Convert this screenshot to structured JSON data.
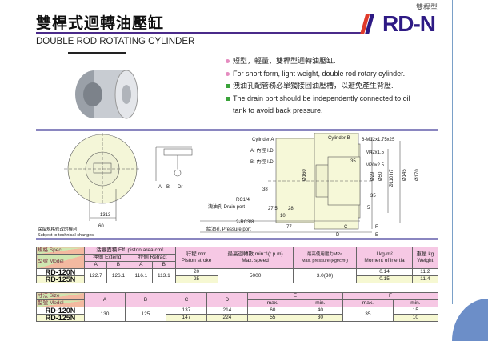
{
  "header": {
    "series": "雙桿型",
    "title": "雙桿式迴轉油壓缸",
    "subtitle": "DOUBLE ROD ROTATING  CYLINDER",
    "model_code": "RD-N"
  },
  "features": [
    {
      "text": "短型，輕量，雙桿型迴轉油壓缸.",
      "bullet": "pink-dot"
    },
    {
      "text": "For short form, light weight, double rod rotary cylinder.",
      "bullet": "pink-dot"
    },
    {
      "text": "洩油孔配管務必單獨接回油壓槽，以避免產生背壓.",
      "bullet": "green-square"
    },
    {
      "text": "The drain port should be independently connected to oil tank to avoid back pressure.",
      "bullet": "green-square"
    }
  ],
  "drawing": {
    "labels": {
      "cyl_a": "Cylinder A",
      "cyl_b": "Cylinder B",
      "bolt": "6-M12x1.75x25",
      "thread1": "M42x1.5",
      "thread2": "M20x2.5",
      "a_id": "A: 內徑 I.D.",
      "b_id": "B: 內徑 I.D.",
      "rc14": "RC1/4",
      "drain": "洩油孔  Drain port",
      "rc38": "2-RC3/8",
      "pressure": "給油孔  Pressure port",
      "A": "A",
      "B": "B",
      "Dr": "Dr",
      "C": "C",
      "D": "D",
      "E": "E",
      "F": "F"
    },
    "dims": {
      "d160": "Ø160",
      "d29": "Ø29",
      "d50": "Ø50",
      "d110": "Ø110 h7",
      "d145": "Ø145",
      "d170": "Ø170",
      "v35a": "35",
      "v35b": "35",
      "v38": "38",
      "v5": "5",
      "h275": "27.5",
      "h28": "28",
      "h10": "10",
      "h77": "77",
      "h1313": "1313",
      "h60": "60"
    },
    "note_zh": "保留規格修改的權利",
    "note_en": "Subject to technical changes."
  },
  "table1": {
    "spec": "規格 Spec.",
    "model": "型號 Model",
    "area": "活塞面積   Eff. piston area",
    "area_unit": "cm²",
    "extend": "押側  Extend",
    "retract": "拉側  Retract",
    "A": "A",
    "B": "B",
    "stroke_zh": "行程         mm",
    "stroke": "Piston stroke",
    "speed_zh": "最高迴轉數 min⁻¹(r.p.m)",
    "speed": "Max. speed",
    "pressure_zh": "最高使用壓力MPa",
    "pressure": "Max. pressure (kgf/cm²)",
    "inertia_zh": "I      kg·m²",
    "inertia": "Moment of inertia",
    "weight_zh": "重量        kg",
    "weight": "Weight",
    "rows": [
      {
        "model": "RD-120N",
        "extA": "122.7",
        "extB": "126.1",
        "retA": "116.1",
        "retB": "113.1",
        "stroke": "20",
        "speed": "5000",
        "pressure": "3.0(30)",
        "inertia": "0.14",
        "weight": "11.2"
      },
      {
        "model": "RD-125N",
        "stroke": "25",
        "inertia": "0.15",
        "weight": "11.4"
      }
    ]
  },
  "table2": {
    "size": "寸法 Size",
    "model": "型號 Model",
    "A": "A",
    "B": "B",
    "C": "C",
    "D": "D",
    "E": "E",
    "F": "F",
    "max": "max.",
    "min": "min.",
    "rows": [
      {
        "model": "RD-120N",
        "A": "130",
        "B": "125",
        "C": "137",
        "D": "214",
        "Emax": "60",
        "Emin": "40",
        "Fmax": "35",
        "Fmin": "15"
      },
      {
        "model": "RD-125N",
        "C": "147",
        "D": "224",
        "Emax": "55",
        "Emin": "30",
        "Fmin": "10"
      }
    ]
  },
  "colors": {
    "brand": "#2e1a84",
    "accent": "#e03a2a",
    "header_pink": "#f6c8e4",
    "row_yellow": "#f6f8d2"
  }
}
